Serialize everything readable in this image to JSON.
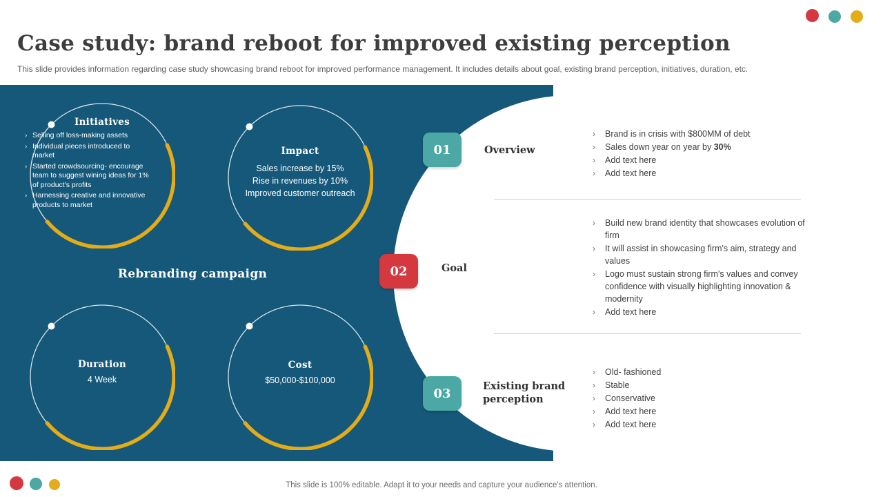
{
  "header": {
    "title": "Case study: brand reboot for improved existing perception",
    "subtitle": "This slide provides information regarding case study showcasing brand reboot for improved performance management. It includes details about goal, existing brand perception, initiatives, duration, etc."
  },
  "colors": {
    "panel_blue": "#165879",
    "accent_teal": "#4ba8a4",
    "accent_red": "#d5383f",
    "accent_yellow": "#e3ac18"
  },
  "ui": {
    "bullet_char": "›"
  },
  "campaign": {
    "center_label": "Rebranding campaign",
    "initiatives": {
      "title": "Initiatives",
      "items": [
        "Selling off loss-making assets",
        "Individual pieces introduced to market",
        "Started crowdsourcing- encourage team to suggest wining ideas for 1% of product's profits",
        "Harnessing creative and innovative products to market"
      ]
    },
    "impact": {
      "title": "Impact",
      "lines": [
        "Sales increase by 15%",
        "Rise in revenues by 10%",
        "Improved customer outreach"
      ]
    },
    "duration": {
      "title": "Duration",
      "value": "4 Week"
    },
    "cost": {
      "title": "Cost",
      "value": "$50,000-$100,000"
    }
  },
  "sections": [
    {
      "num": "01",
      "label": "Overview",
      "items": [
        "Brand is in crisis with $800MM of debt",
        "Sales down year on year by ",
        "Add text here",
        "Add text here"
      ],
      "bold_suffix": "30%"
    },
    {
      "num": "02",
      "label": "Goal",
      "items": [
        "Build new brand identity that showcases evolution of firm",
        "It will assist in showcasing firm's aim, strategy and values",
        "Logo must sustain strong firm's values and convey confidence with visually highlighting innovation & modernity",
        "Add text here"
      ]
    },
    {
      "num": "03",
      "label": "Existing brand perception",
      "items": [
        "Old- fashioned",
        "Stable",
        "Conservative",
        "Add text here",
        "Add text here"
      ]
    }
  ],
  "footer": {
    "note": "This slide is 100% editable. Adapt it to your needs and capture your audience's attention."
  }
}
